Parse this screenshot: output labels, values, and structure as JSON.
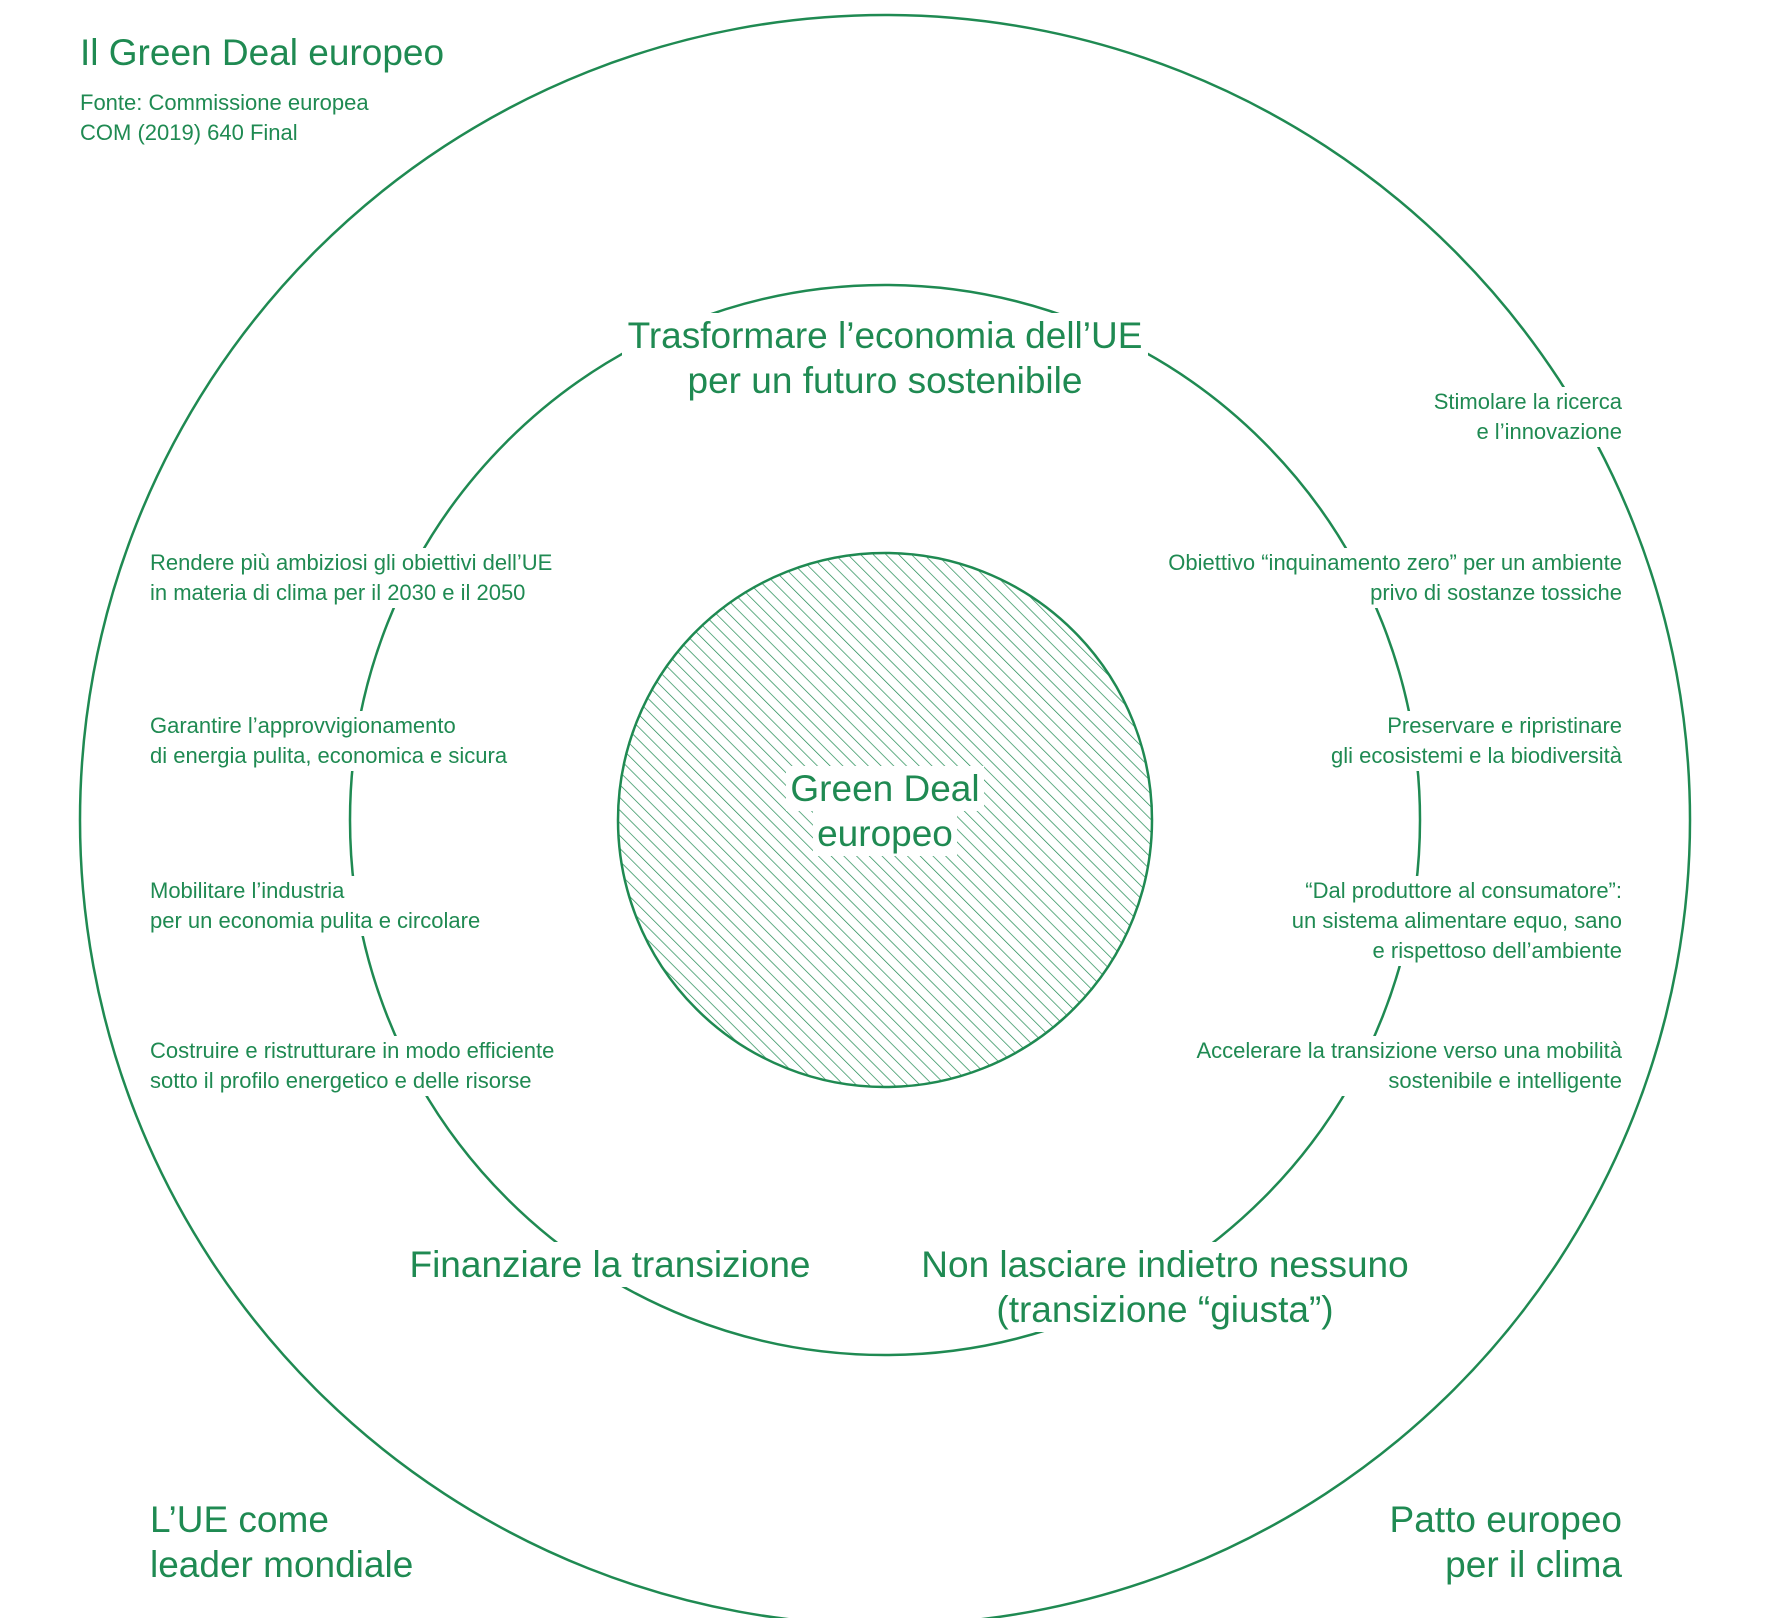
{
  "header": {
    "title": "Il Green Deal europeo",
    "source_line1": "Fonte: Commissione europea",
    "source_line2": "COM (2019) 640 Final"
  },
  "core": {
    "line1": "Green Deal",
    "line2": "europeo"
  },
  "ring_top": {
    "line1": "Trasformare l’economia dell’UE",
    "line2": "per un futuro sostenibile"
  },
  "ring_bottom_left": {
    "line1": "Finanziare la transizione"
  },
  "ring_bottom_right": {
    "line1": "Non lasciare indietro nessuno",
    "line2": "(transizione “giusta”)"
  },
  "left_items": [
    {
      "line1": "Rendere più ambiziosi gli obiettivi dell’UE",
      "line2": "in materia di clima per il 2030 e il 2050"
    },
    {
      "line1": "Garantire l’approvvigionamento",
      "line2": "di energia pulita, economica e sicura"
    },
    {
      "line1": "Mobilitare l’industria",
      "line2": "per un economia pulita e circolare"
    },
    {
      "line1": "Costruire e ristrutturare in modo efficiente",
      "line2": "sotto il profilo energetico e delle risorse"
    }
  ],
  "right_items": [
    {
      "line1": "Obiettivo “inquinamento zero” per un ambiente",
      "line2": "privo di sostanze tossiche"
    },
    {
      "line1": "Preservare e ripristinare",
      "line2": "gli ecosistemi e la biodiversità"
    },
    {
      "line1": "“Dal produttore al consumatore”:",
      "line2": "un sistema alimentare equo, sano",
      "line3": "e rispettoso dell’ambiente"
    },
    {
      "line1": "Accelerare la transizione verso una mobilità",
      "line2": "sostenibile e intelligente"
    }
  ],
  "outer_top_right": {
    "line1": "Stimolare la ricerca",
    "line2": "e l’innovazione"
  },
  "outer_bottom_left": {
    "line1": "L’UE come",
    "line2": "leader mondiale"
  },
  "outer_bottom_right": {
    "line1": "Patto europeo",
    "line2": "per il clima"
  },
  "colors": {
    "accent": "#1f8a52",
    "background": "#ffffff"
  }
}
